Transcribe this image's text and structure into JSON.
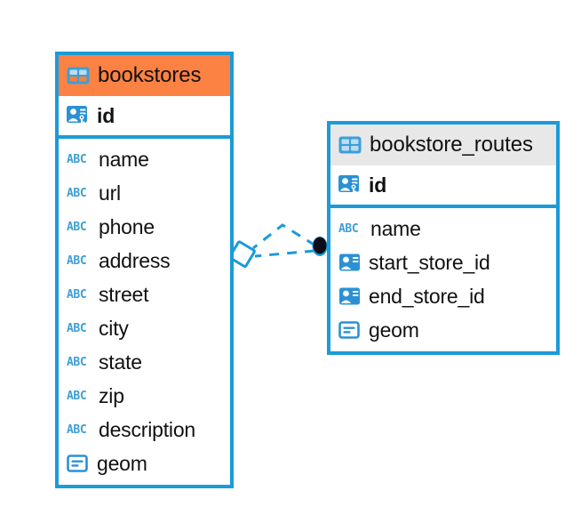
{
  "diagram": {
    "kind": "entity-relationship-diagram",
    "background_color": "#ffffff",
    "accent_color": "#1b9bd8",
    "highlight_color": "#fc8244",
    "header_neutral_color": "#e8e8e8"
  },
  "entities": [
    {
      "name": "bookstores",
      "header_style": "accent-orange",
      "primary_key": {
        "label": "id",
        "icon": "primary-key-icon"
      },
      "fields": [
        {
          "label": "name",
          "icon": "abc-text-icon"
        },
        {
          "label": "url",
          "icon": "abc-text-icon"
        },
        {
          "label": "phone",
          "icon": "abc-text-icon"
        },
        {
          "label": "address",
          "icon": "abc-text-icon"
        },
        {
          "label": "street",
          "icon": "abc-text-icon"
        },
        {
          "label": "city",
          "icon": "abc-text-icon"
        },
        {
          "label": "state",
          "icon": "abc-text-icon"
        },
        {
          "label": "zip",
          "icon": "abc-text-icon"
        },
        {
          "label": "description",
          "icon": "abc-text-icon"
        },
        {
          "label": "geom",
          "icon": "geometry-icon"
        }
      ]
    },
    {
      "name": "bookstore_routes",
      "header_style": "accent-gray",
      "primary_key": {
        "label": "id",
        "icon": "primary-key-icon"
      },
      "fields": [
        {
          "label": "name",
          "icon": "abc-text-icon"
        },
        {
          "label": "start_store_id",
          "icon": "foreign-key-icon"
        },
        {
          "label": "end_store_id",
          "icon": "foreign-key-icon"
        },
        {
          "label": "geom",
          "icon": "geometry-icon"
        }
      ]
    }
  ],
  "relationship": {
    "from_entity": "bookstores",
    "to_entity": "bookstore_routes",
    "line_style": "dashed",
    "line_color": "#1b9bd8",
    "source_marker": "diamond-outline-marker",
    "target_marker": "filled-circle-marker"
  },
  "icon_labels": {
    "table": "table-grid-icon",
    "abc": "ABC"
  }
}
